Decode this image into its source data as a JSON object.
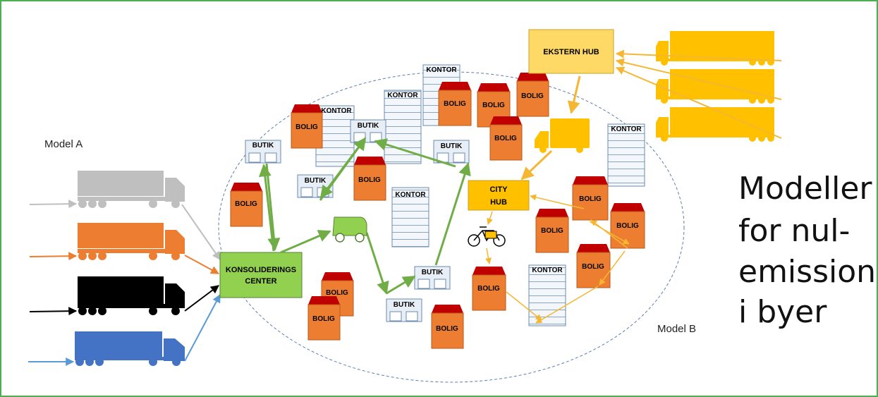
{
  "model_a": "Model A",
  "model_b": "Model B",
  "title_lines": [
    "Modeller",
    "for nul-",
    "emission",
    "i byer"
  ],
  "labels": {
    "kontor": "KONTOR",
    "bolig": "BOLIG",
    "butik": "BUTIK",
    "ekstern_hub": "EKSTERN HUB",
    "city_hub_line1": "CITY",
    "city_hub_line2": "HUB",
    "konsolidering_line1": "KONSOLIDERINGS",
    "konsolidering_line2": "CENTER"
  },
  "colors": {
    "frame": "#4caf50",
    "bolig_wall": "#ed7d31",
    "bolig_roof": "#c00000",
    "green_flow": "#70ad47",
    "orange_flow": "#f5b731",
    "truck_grey": "#bfbfbf",
    "truck_orange": "#ed7d31",
    "truck_black": "#000000",
    "truck_blue": "#4472c4",
    "truck_yellow": "#ffc000",
    "konsolidering_fill": "#92d050",
    "ekstern_hub_fill": "#ffd966",
    "city_hub_fill": "#ffc000"
  },
  "icons": [
    "truck-icon",
    "van-icon",
    "cargo-bike-icon",
    "house-icon",
    "office-building-icon",
    "shop-icon"
  ]
}
